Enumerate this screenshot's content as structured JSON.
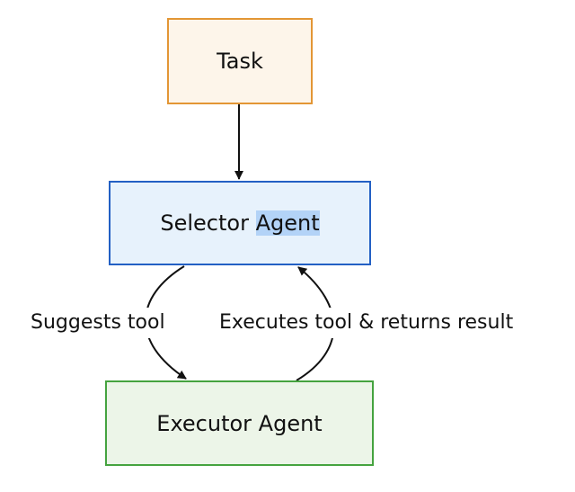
{
  "nodes": {
    "task": "Task",
    "selector_prefix": "Selector ",
    "selector_highlight": "Agent",
    "executor": "Executor Agent"
  },
  "edges": {
    "suggests": "Suggests tool",
    "executes": "Executes tool & returns result"
  },
  "colors": {
    "task_fill": "#fdf5ea",
    "task_border": "#e39635",
    "selector_fill": "#e7f2fc",
    "selector_border": "#2360c4",
    "executor_fill": "#ecf5e8",
    "executor_border": "#45a33f",
    "highlight": "#b3d3f7",
    "edge": "#111111"
  }
}
